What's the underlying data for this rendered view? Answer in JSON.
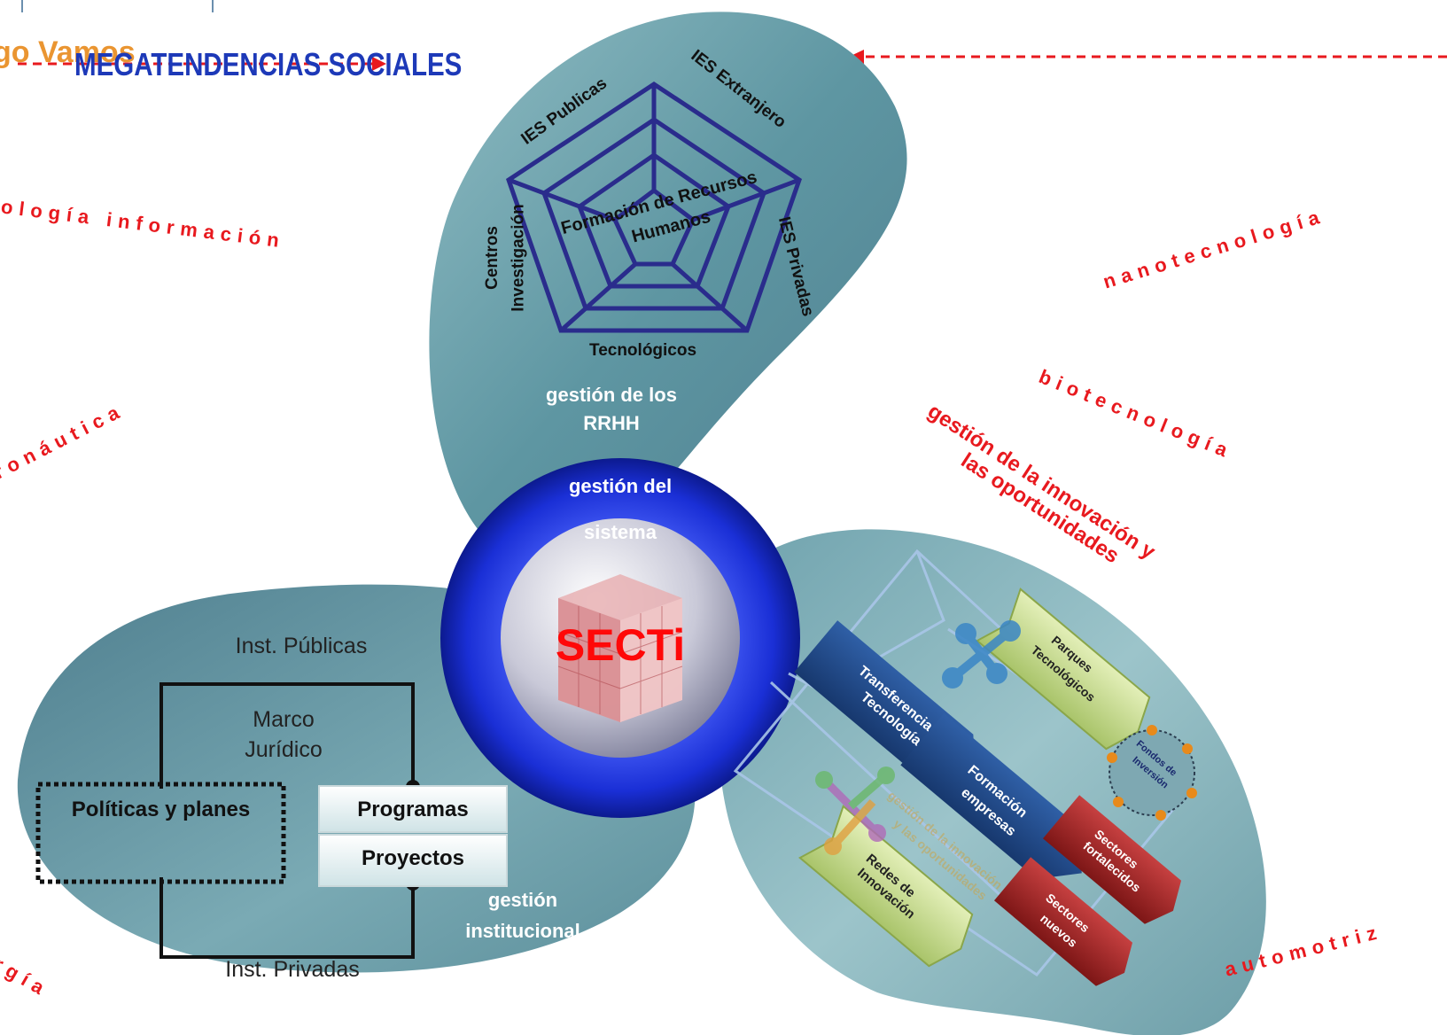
{
  "colors": {
    "accent_red": "#e8191e",
    "blade_teal": "#5f9aa5",
    "hub_blue": "#1a2fd6",
    "radar_purple": "#2a2c8c",
    "title_blue": "#1d39b8",
    "orange": "#e88a1b"
  },
  "header": {
    "title_fragment": "go Vamos",
    "title": "MEGATENDENCIAS SOCIALES"
  },
  "trends": {
    "tecnologia_informacion": "ología información",
    "aeronautica": "ronáutica",
    "energia": "rgía",
    "nanotecnologia": "nanotecnología",
    "biotecnologia": "biotecnología",
    "automotriz": "automotriz",
    "innovacion_line1": "gestión de la innovación y",
    "innovacion_line2": "las oportunidades"
  },
  "radar": {
    "center_line1": "Formación de Recursos",
    "center_line2": "Humanos",
    "axes": [
      "IES Publicas",
      "IES Extranjero",
      "IES Privadas",
      "Tecnológicos",
      "Centros",
      "Investigación"
    ]
  },
  "labels": {
    "gestion_rrhh_line1": "gestión de  los",
    "gestion_rrhh_line2": "RRHH",
    "gestion_sistema_line1": "gestión del",
    "gestion_sistema_line2": "sistema",
    "hub": "SECTi",
    "gestion_institucional_line1": "gestión",
    "gestion_institucional_line2": "institucional"
  },
  "institutional": {
    "inst_publicas": "Inst. Públicas",
    "marco_line1": "Marco",
    "marco_line2": "Jurídico",
    "politicas": "Políticas y planes",
    "programas": "Programas",
    "proyectos": "Proyectos",
    "inst_privadas": "Inst. Privadas"
  },
  "innovation": {
    "parques_line1": "Parques",
    "parques_line2": "Tecnológicos",
    "transferencia_line1": "Transferencia",
    "transferencia_line2": "Tecnología",
    "fondos_line1": "Fondos de",
    "fondos_line2": "Inversión",
    "formacion_line1": "Formación",
    "formacion_line2": "empresas",
    "sectores_fort_line1": "Sectores",
    "sectores_fort_line2": "fortalecidos",
    "sectores_nuevos_line1": "Sectores",
    "sectores_nuevos_line2": "nuevos",
    "redes_line1": "Redes de",
    "redes_line2": "Innovación",
    "watermark_line1": "gestión de la innovación",
    "watermark_line2": "y las oportunidades"
  }
}
